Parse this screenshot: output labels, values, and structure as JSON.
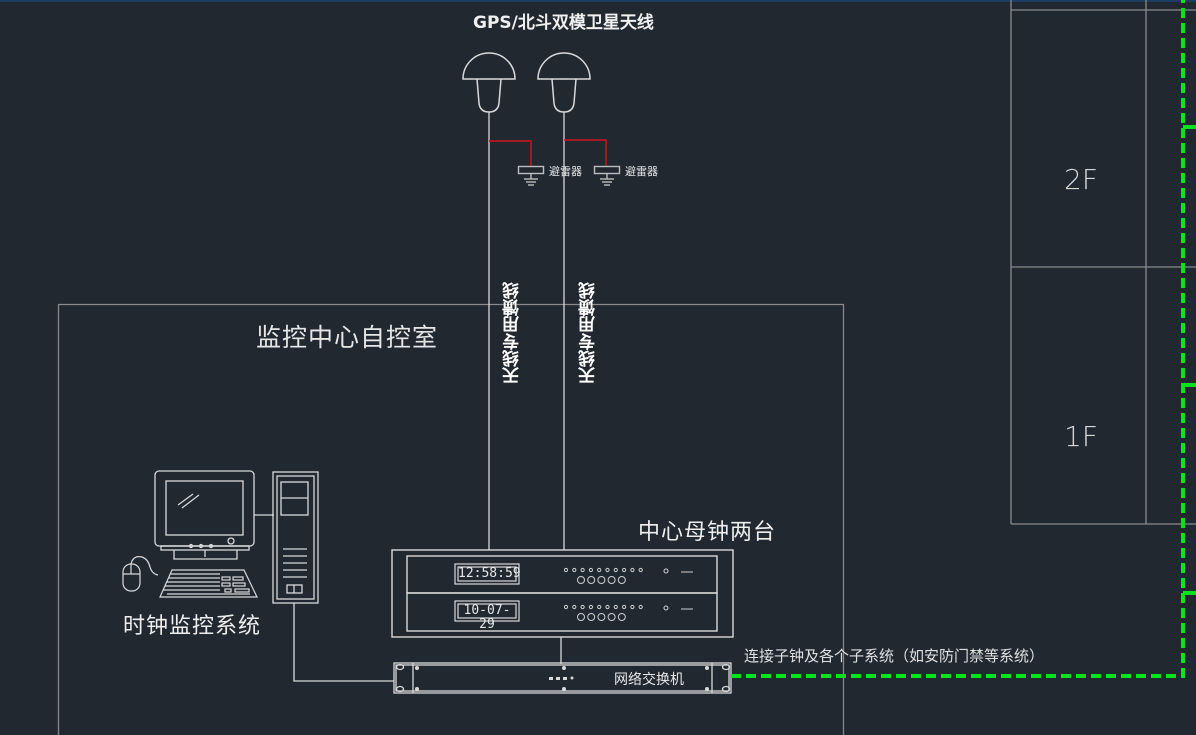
{
  "diagram": {
    "title": "GPS/北斗双模卫星天线",
    "antennas": [
      {
        "id": "antenna-1",
        "arrester_label": "避雷器",
        "feeder_label": "天线专用馈线"
      },
      {
        "id": "antenna-2",
        "arrester_label": "避雷器",
        "feeder_label": "天线专用馈线"
      }
    ],
    "room_label": "监控中心自控室",
    "master_clock_label": "中心母钟两台",
    "master_clocks": [
      {
        "display": "12:58:59"
      },
      {
        "display": "10-07-29"
      }
    ],
    "monitor_system_label": "时钟监控系统",
    "switch_label": "网络交换机",
    "connection_note": "连接子钟及各个子系统（如安防门禁等系统）",
    "floors": [
      {
        "label": "2F"
      },
      {
        "label": "1F"
      }
    ],
    "colors": {
      "background": "#212830",
      "line": "#d9d9d9",
      "frame": "#8a8a8a",
      "lightning_link": "#d0141c",
      "network_dashed": "#00e61a"
    }
  }
}
